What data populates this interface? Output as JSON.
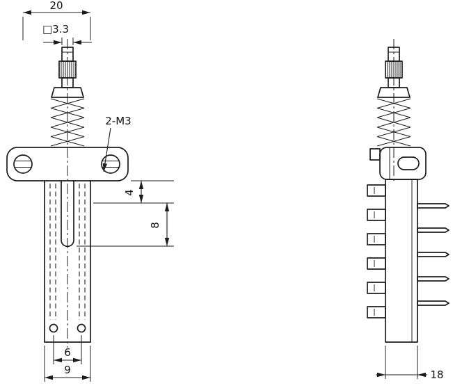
{
  "drawing": {
    "type": "technical-drawing",
    "views": [
      "front-view",
      "side-view"
    ]
  },
  "dimensions": {
    "top_width": "20",
    "shaft_square": "□3.3",
    "thread_callout": "2-M3",
    "slot_depth_a": "4",
    "slot_depth_b": "8",
    "hole_spacing": "6",
    "body_width": "9",
    "side_width": "18"
  },
  "colors": {
    "line": "#1c1c1c",
    "background": "#ffffff"
  }
}
